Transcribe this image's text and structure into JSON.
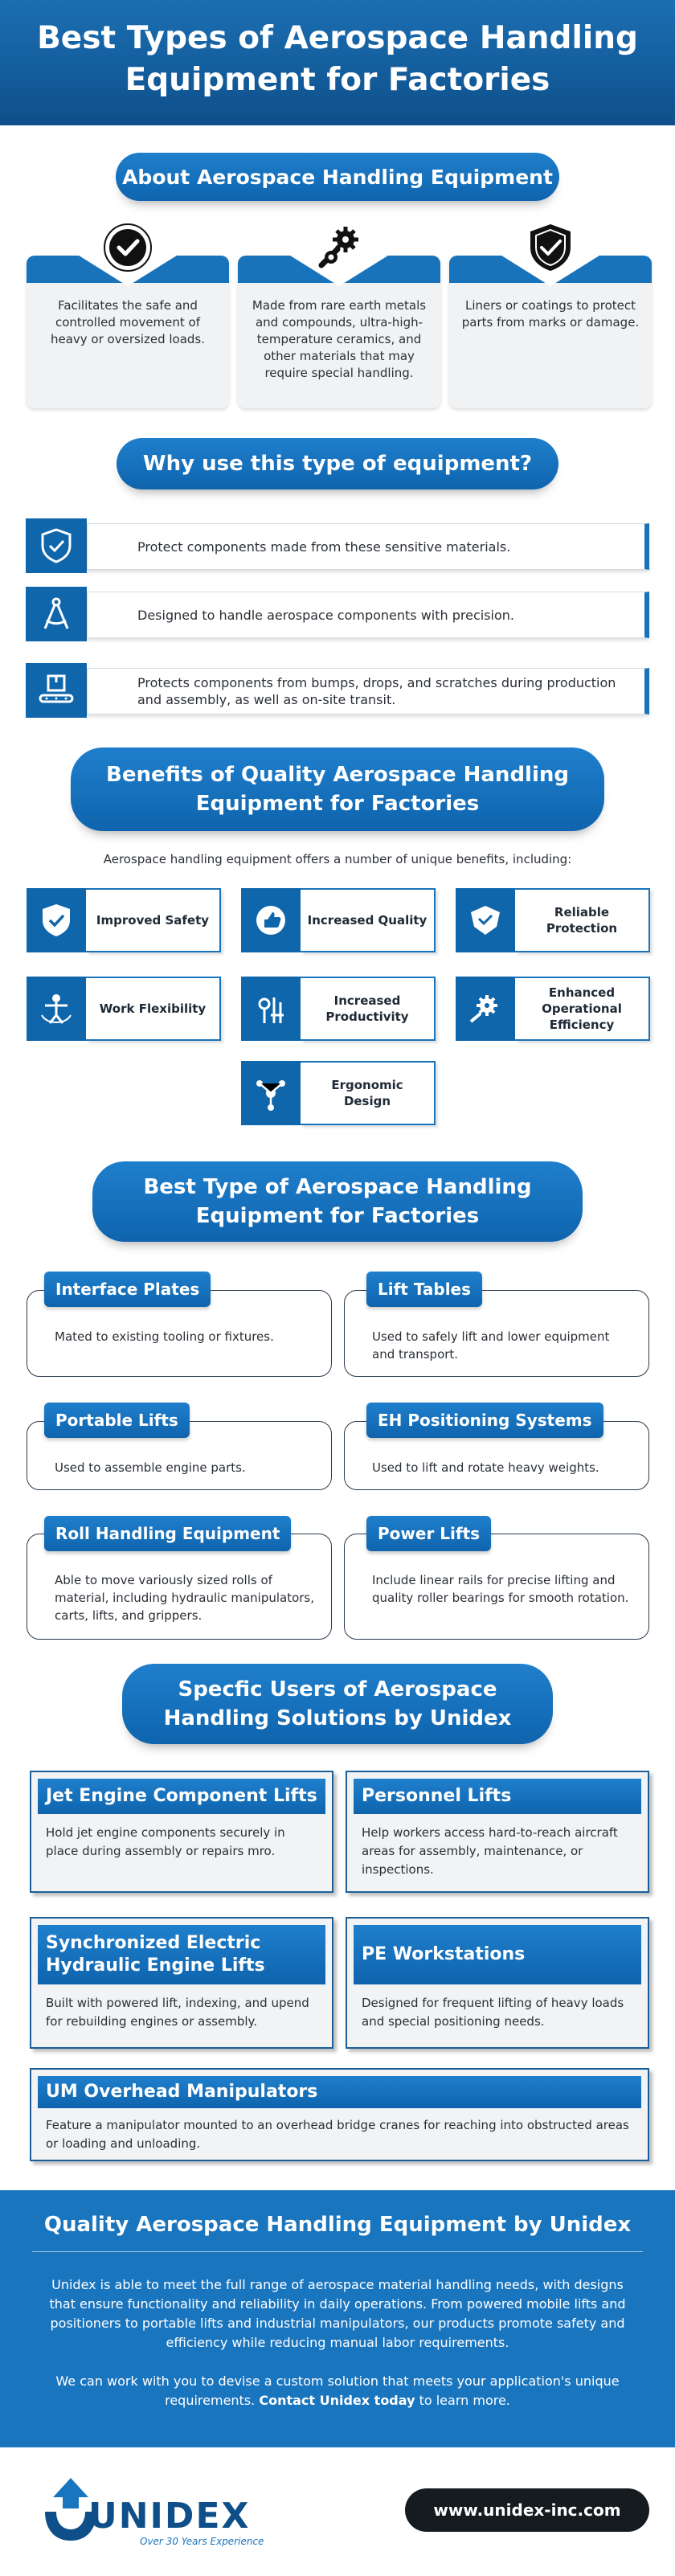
{
  "header": {
    "title_line1": "Best Types of Aerospace Handling",
    "title_line2": "Equipment for Factories"
  },
  "about": {
    "title": "About Aerospace Handling Equipment",
    "cards": [
      {
        "icon": "checkmark-badge-icon",
        "text": "Facilitates the safe and controlled movement of heavy or oversized loads."
      },
      {
        "icon": "wrench-gear-icon",
        "text": "Made from rare earth metals and compounds, ultra-high-temperature ceramics, and other materials that may require special handling."
      },
      {
        "icon": "shield-check-icon",
        "text": "Liners or coatings to protect parts from marks or damage."
      }
    ]
  },
  "why": {
    "title": "Why use this type of equipment?",
    "rows": [
      {
        "icon": "shield-check-icon",
        "text": "Protect components made from these sensitive materials."
      },
      {
        "icon": "compass-precision-icon",
        "text": "Designed to handle aerospace components with precision."
      },
      {
        "icon": "conveyor-box-icon",
        "text": "Protects components from bumps, drops, and scratches during production and assembly, as well as on-site transit."
      }
    ]
  },
  "benefits": {
    "title_line1": "Benefits of Quality Aerospace Handling",
    "title_line2": "Equipment for Factories",
    "intro": "Aerospace handling equipment offers a number of unique benefits, including:",
    "items": [
      {
        "icon": "safety-shield-icon",
        "label": "Improved Safety"
      },
      {
        "icon": "thumbs-up-icon",
        "label": "Increased Quality"
      },
      {
        "icon": "protection-badge-icon",
        "label": "Reliable Protection"
      },
      {
        "icon": "flexibility-person-icon",
        "label": "Work Flexibility"
      },
      {
        "icon": "productivity-tools-icon",
        "label": "Increased Productivity"
      },
      {
        "icon": "efficiency-gear-icon",
        "label": "Enhanced Operational Efficiency"
      },
      {
        "icon": "ergonomic-network-icon",
        "label": "Ergonomic Design"
      }
    ]
  },
  "types": {
    "title_line1": "Best Type of Aerospace Handling",
    "title_line2": "Equipment for Factories",
    "items": [
      {
        "name": "Interface Plates",
        "text": "Mated to existing tooling or fixtures."
      },
      {
        "name": "Lift Tables",
        "text": "Used to safely lift and lower equipment and transport."
      },
      {
        "name": "Portable Lifts",
        "text": "Used to assemble engine parts."
      },
      {
        "name": "EH Positioning Systems",
        "text": "Used to lift and rotate heavy weights."
      },
      {
        "name": "Roll Handling Equipment",
        "text": "Able to move variously sized rolls of material, including hydraulic manipulators, carts, lifts, and grippers."
      },
      {
        "name": "Power Lifts",
        "text": "Include linear rails for precise lifting and quality roller bearings for smooth rotation."
      }
    ]
  },
  "users": {
    "title_line1": "Specfic Users of Aerospace",
    "title_line2": "Handling Solutions by Unidex",
    "items": [
      {
        "name": "Jet Engine Component Lifts",
        "text": "Hold jet engine components securely in place during assembly or repairs mro."
      },
      {
        "name": "Personnel Lifts",
        "text": "Help workers access hard-to-reach aircraft areas for assembly, maintenance, or inspections."
      },
      {
        "name": "Synchronized Electric Hydraulic Engine Lifts",
        "text": "Built with powered lift, indexing, and upend for rebuilding engines or assembly."
      },
      {
        "name": "PE Workstations",
        "text": "Designed for frequent lifting of heavy loads and special positioning needs."
      },
      {
        "name": "UM Overhead Manipulators",
        "text": "Feature a manipulator mounted to an overhead bridge cranes for reaching into obstructed areas or loading and unloading."
      }
    ]
  },
  "quality": {
    "title": "Quality Aerospace Handling Equipment by Unidex",
    "p1": "Unidex is able to meet the full range of aerospace material handling needs, with designs that ensure functionality and reliability in daily operations. From powered mobile lifts and positioners to portable lifts and industrial manipulators, our products promote safety and efficiency while reducing manual labor requirements.",
    "p2_text": "We can work with you to devise a custom solution that meets your application's unique requirements. ",
    "p2_link": "Contact Unidex today",
    "p2_end": " to learn more."
  },
  "footer": {
    "logo_text": "UNIDEX",
    "tagline": "Over 30 Years Experience",
    "url": "www.unidex-inc.com"
  },
  "colors": {
    "primary_blue": "#1873bb",
    "dark_blue": "#0e4f8a",
    "text": "#2a2f36"
  }
}
